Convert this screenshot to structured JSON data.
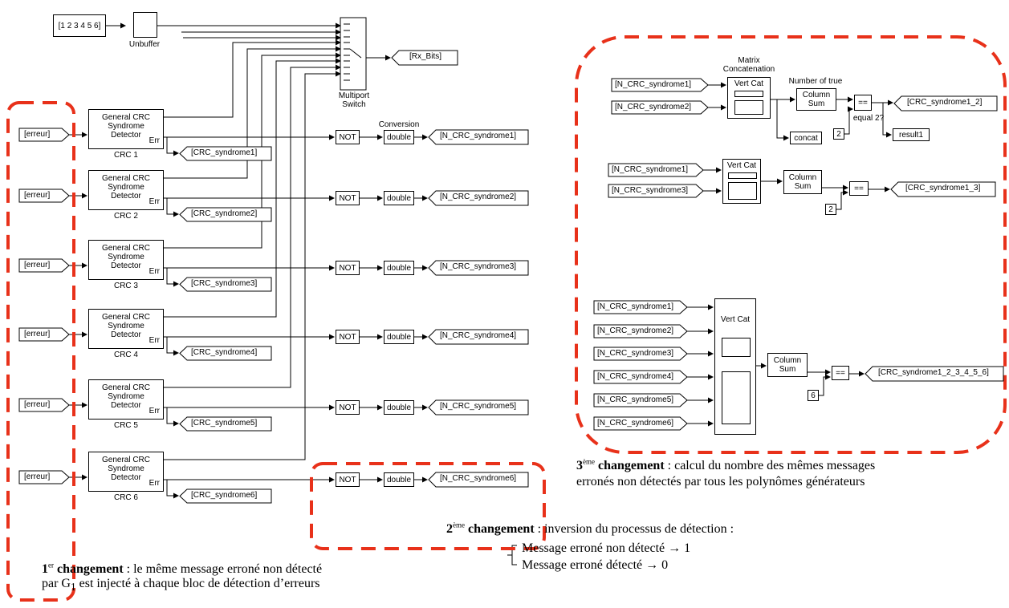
{
  "source": {
    "value": "[1 2 3 4 5 6]"
  },
  "unbuffer": {
    "label": "Unbuffer"
  },
  "switch": {
    "label": "Multiport\nSwitch"
  },
  "rx_bits": {
    "label": "[Rx_Bits]"
  },
  "conversion": {
    "label": "Conversion"
  },
  "detectors": [
    {
      "from": "[erreur]",
      "block": "General CRC\nSyndrome\nDetector",
      "err": "Err",
      "name": "CRC 1",
      "syndrome": "[CRC_syndrome1]",
      "not": "NOT",
      "dbl": "double",
      "out": "[N_CRC_syndrome1]"
    },
    {
      "from": "[erreur]",
      "block": "General CRC\nSyndrome\nDetector",
      "err": "Err",
      "name": "CRC 2",
      "syndrome": "[CRC_syndrome2]",
      "not": "NOT",
      "dbl": "double",
      "out": "[N_CRC_syndrome2]"
    },
    {
      "from": "[erreur]",
      "block": "General CRC\nSyndrome\nDetector",
      "err": "Err",
      "name": "CRC 3",
      "syndrome": "[CRC_syndrome3]",
      "not": "NOT",
      "dbl": "double",
      "out": "[N_CRC_syndrome3]"
    },
    {
      "from": "[erreur]",
      "block": "General CRC\nSyndrome\nDetector",
      "err": "Err",
      "name": "CRC 4",
      "syndrome": "[CRC_syndrome4]",
      "not": "NOT",
      "dbl": "double",
      "out": "[N_CRC_syndrome4]"
    },
    {
      "from": "[erreur]",
      "block": "General CRC\nSyndrome\nDetector",
      "err": "Err",
      "name": "CRC 5",
      "syndrome": "[CRC_syndrome5]",
      "not": "NOT",
      "dbl": "double",
      "out": "[N_CRC_syndrome5]"
    },
    {
      "from": "[erreur]",
      "block": "General CRC\nSyndrome\nDetector",
      "err": "Err",
      "name": "CRC 6",
      "syndrome": "[CRC_syndrome6]",
      "not": "NOT",
      "dbl": "double",
      "out": "[N_CRC_syndrome6]"
    }
  ],
  "group1": {
    "title": "Matrix\nConcatenation",
    "in1": "[N_CRC_syndrome1]",
    "in2": "[N_CRC_syndrome2]",
    "vertcat": "Vert Cat",
    "count_label": "Number of true",
    "colsum": "Column\nSum",
    "eq": "==",
    "const": "2",
    "eq_label": "equal 2?",
    "out": "[CRC_syndrome1_2]",
    "result": "result1",
    "concat": "concat"
  },
  "group2": {
    "in1": "[N_CRC_syndrome1]",
    "in2": "[N_CRC_syndrome3]",
    "vertcat": "Vert Cat",
    "colsum": "Column\nSum",
    "eq": "==",
    "const": "2",
    "out": "[CRC_syndrome1_3]"
  },
  "group3": {
    "inputs": [
      "[N_CRC_syndrome1]",
      "[N_CRC_syndrome2]",
      "[N_CRC_syndrome3]",
      "[N_CRC_syndrome4]",
      "[N_CRC_syndrome5]",
      "[N_CRC_syndrome6]"
    ],
    "vertcat": "Vert Cat",
    "colsum": "Column\nSum",
    "eq": "==",
    "const": "6",
    "out": "[CRC_syndrome1_2_3_4_5_6]"
  },
  "notes": {
    "n1_num": "1",
    "n1_sup": "er",
    "n1_bold": " changement",
    "n1_line1": " : le même message erroné non détecté",
    "n1_line2a": "par G",
    "n1_sub": "1",
    "n1_line2b": " est injecté à chaque bloc de détection d’erreurs",
    "n2_num": "2",
    "n2_sup": "ème",
    "n2_bold": " changement",
    "n2_line1": " : inversion du processus de détection :",
    "n2_item1": "Message erroné non détecté → 1",
    "n2_item2": "Message erroné détecté → 0",
    "n3_num": "3",
    "n3_sup": "ème",
    "n3_bold": " changement",
    "n3_line1": " : calcul du nombre des mêmes messages",
    "n3_line2": "erronés non détectés par tous les polynômes générateurs"
  },
  "colors": {
    "highlight_dash": "#e8311a",
    "line": "#000000"
  }
}
